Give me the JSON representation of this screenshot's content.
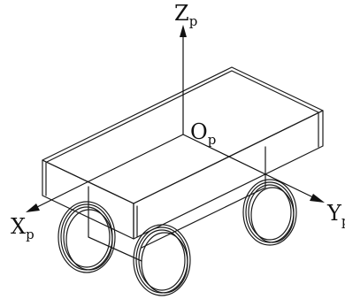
{
  "diagram": {
    "labels": {
      "z_axis": {
        "base": "Z",
        "sub": "p"
      },
      "x_axis": {
        "base": "X",
        "sub": "p"
      },
      "y_axis": {
        "base": "Y",
        "sub": "p"
      },
      "origin": {
        "base": "O",
        "sub": "p"
      }
    }
  }
}
